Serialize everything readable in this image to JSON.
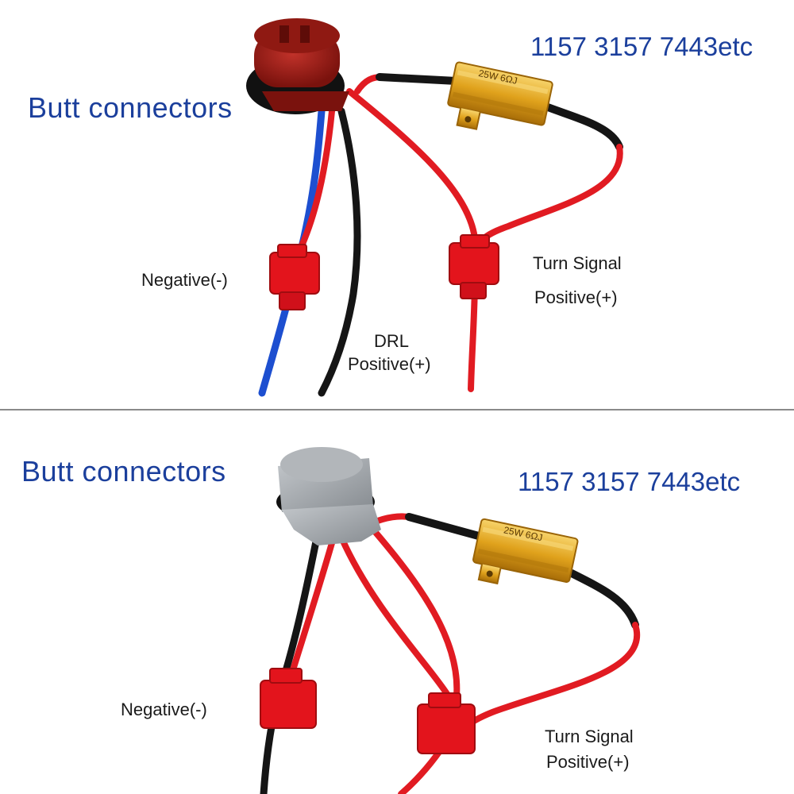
{
  "top": {
    "title": "Butt  connectors",
    "models": "1157 3157 7443etc",
    "resistor_marking": "25W 6ΩJ",
    "labels": {
      "negative": "Negative(-)",
      "drl_line1": "DRL",
      "drl_line2": "Positive(+)",
      "turn_line1": "Turn Signal",
      "turn_line2": "Positive(+)"
    },
    "socket_color": "#a31c14"
  },
  "bottom": {
    "title": "Butt  connectors",
    "models": "1157 3157 7443etc",
    "resistor_marking": "25W 6ΩJ",
    "labels": {
      "negative": "Negative(-)",
      "turn_line1": "Turn Signal",
      "turn_line2": "Positive(+)"
    },
    "socket_color": "#9ea3a8"
  },
  "colors": {
    "text_blue": "#1b3f9c",
    "wire_red": "#e11b22",
    "wire_black": "#151515",
    "wire_blue": "#1d4fd0",
    "resistor_gold": "#e0a21c",
    "connector_red": "#e3141c"
  }
}
